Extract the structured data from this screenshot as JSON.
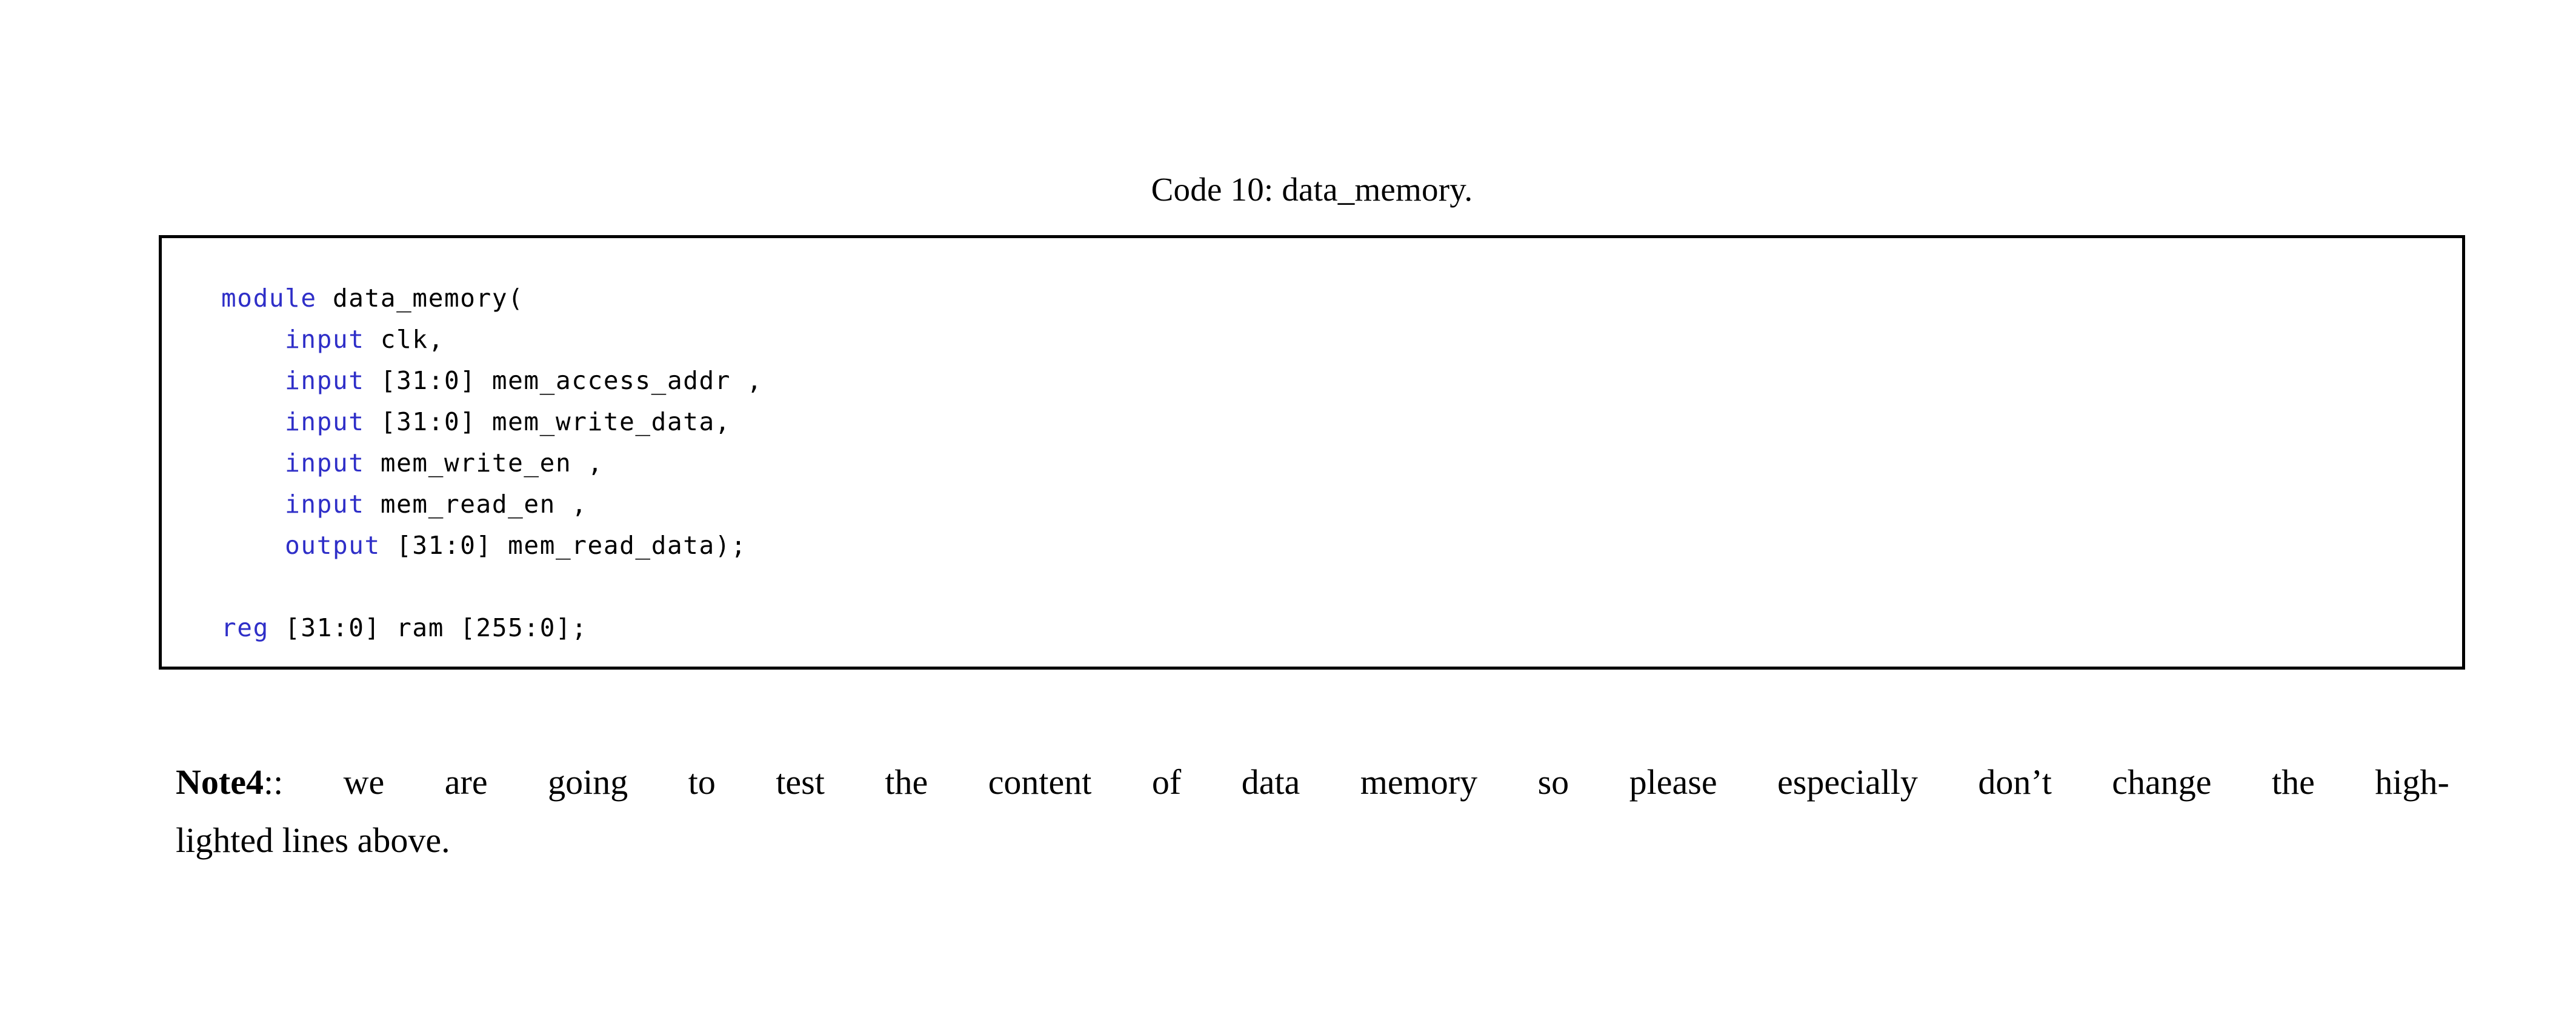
{
  "document": {
    "background_color": "#ffffff",
    "text_color": "#000000"
  },
  "caption": {
    "text": "Code 10: data_memory."
  },
  "code_listing": {
    "language": "verilog",
    "keyword_color": "#2f2fc8",
    "text_color": "#000000",
    "border_color": "#000000",
    "lines": [
      {
        "id": "line-1",
        "keyword": "module",
        "rest": " data_memory("
      },
      {
        "id": "line-2",
        "indent": "    ",
        "keyword": "input",
        "rest": " clk,"
      },
      {
        "id": "line-3",
        "indent": "    ",
        "keyword": "input",
        "rest": " [31:0] mem_access_addr ,"
      },
      {
        "id": "line-4",
        "indent": "    ",
        "keyword": "input",
        "rest": " [31:0] mem_write_data,"
      },
      {
        "id": "line-5",
        "indent": "    ",
        "keyword": "input",
        "rest": " mem_write_en ,"
      },
      {
        "id": "line-6",
        "indent": "    ",
        "keyword": "input",
        "rest": " mem_read_en ,"
      },
      {
        "id": "line-7",
        "indent": "    ",
        "keyword": "output",
        "rest": " [31:0] mem_read_data);"
      },
      {
        "id": "line-8",
        "indent": "",
        "keyword": "",
        "rest": ""
      },
      {
        "id": "line-9",
        "indent": "",
        "keyword": "reg",
        "rest": " [31:0] ram [255:0];"
      }
    ]
  },
  "note": {
    "label": "Note4",
    "separator": "::",
    "line1_words": [
      "we",
      "are",
      "going",
      "to",
      "test",
      "the",
      "content",
      "of",
      "data",
      "memory",
      "so",
      "please",
      "especially",
      "don’t",
      "change",
      "the",
      "high-"
    ],
    "line2": "lighted lines above.",
    "full_text": "Note4:: we are going to test the content of data memory so please especially don’t change the highlighted lines above."
  }
}
